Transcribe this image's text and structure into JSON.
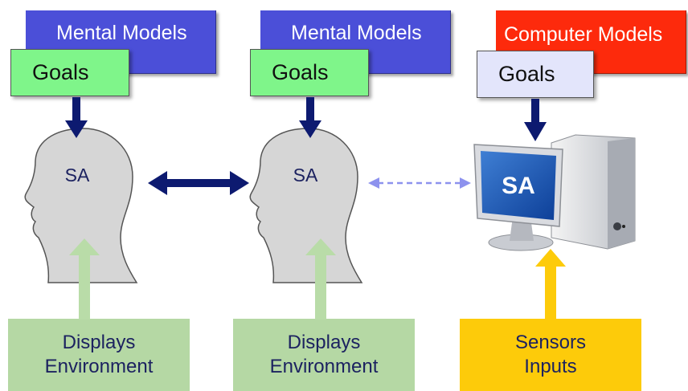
{
  "columns": [
    {
      "model_label": "Mental Models",
      "goals_label": "Goals",
      "sa_label": "SA",
      "bottom_lines": [
        "Displays",
        "Environment"
      ]
    },
    {
      "model_label": "Mental Models",
      "goals_label": "Goals",
      "sa_label": "SA",
      "bottom_lines": [
        "Displays",
        "Environment"
      ]
    },
    {
      "model_label": "Computer Models",
      "goals_label": "Goals",
      "sa_label": "SA",
      "bottom_lines": [
        "Sensors",
        "Inputs"
      ]
    }
  ],
  "colors": {
    "mental_model": "#4b4fd8",
    "computer_model": "#fd2a0c",
    "goals_green": "#7ff58a",
    "goals_lavender": "#e3e5fb",
    "display_green": "#b5d8a4",
    "sensors_yellow": "#fdcb0a",
    "arrow_navy": "#0d1a70",
    "arrow_light_green": "#b9dca8",
    "arrow_dashed": "#8d92ee",
    "arrow_yellow": "#fdcb0a",
    "head_fill": "#d6d6d6"
  },
  "icons": [
    "human-head-icon",
    "human-head-icon",
    "computer-icon"
  ],
  "connections": [
    {
      "from": "column-1-head",
      "to": "column-2-head",
      "style": "solid-bidirectional"
    },
    {
      "from": "column-2-head",
      "to": "computer",
      "style": "dashed-bidirectional"
    }
  ]
}
